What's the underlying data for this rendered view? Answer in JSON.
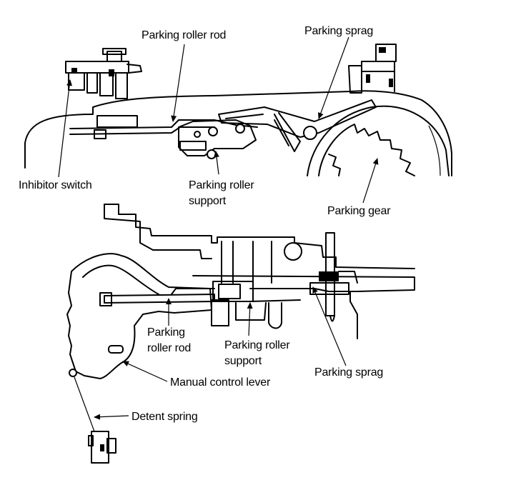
{
  "labels": {
    "top_parking_roller_rod": "Parking roller rod",
    "top_parking_sprag": "Parking sprag",
    "inhibitor_switch": "Inhibitor switch",
    "top_parking_roller_support_line1": "Parking roller",
    "top_parking_roller_support_line2": "support",
    "parking_gear": "Parking gear",
    "bottom_parking_roller_rod_line1": "Parking",
    "bottom_parking_roller_rod_line2": "roller rod",
    "bottom_parking_roller_support_line1": "Parking roller",
    "bottom_parking_roller_support_line2": "support",
    "bottom_parking_sprag": "Parking sprag",
    "manual_control_lever": "Manual control lever",
    "detent_spring": "Detent spring"
  }
}
